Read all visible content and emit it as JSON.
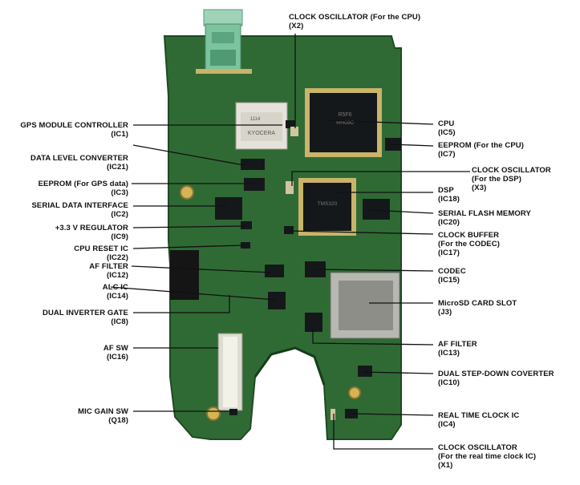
{
  "colors": {
    "pcb": "#2f6a34",
    "pcb_dark": "#1e4a24",
    "pad": "#d9c27a",
    "chip": "#15181a",
    "leader": "#111111"
  },
  "labels": {
    "x2": [
      "CLOCK OSCILLATOR (For the CPU)",
      "(X2)"
    ],
    "ic1": [
      "GPS MODULE CONTROLLER",
      "(IC1)"
    ],
    "ic21": [
      "DATA LEVEL CONVERTER",
      "(IC21)"
    ],
    "ic3": [
      "EEPROM (For GPS data)",
      "(IC3)"
    ],
    "ic2": [
      "SERIAL DATA INTERFACE",
      "(IC2)"
    ],
    "ic9": [
      "+3.3 V REGULATOR",
      "(IC9)"
    ],
    "ic22": [
      "CPU RESET IC",
      "(IC22)"
    ],
    "ic12": [
      "AF FILTER",
      "(IC12)"
    ],
    "ic14": [
      "ALC IC",
      "(IC14)"
    ],
    "ic8": [
      "DUAL INVERTER GATE",
      "(IC8)"
    ],
    "ic16": [
      "AF SW",
      "(IC16)"
    ],
    "q18": [
      "MIC GAIN SW",
      "(Q18)"
    ],
    "ic5": [
      "CPU",
      "(IC5)"
    ],
    "ic7": [
      "EEPROM (For the CPU)",
      "(IC7)"
    ],
    "x3": [
      "CLOCK OSCILLATOR",
      "(For the DSP)",
      "(X3)"
    ],
    "ic18": [
      "DSP",
      "(IC18)"
    ],
    "ic20": [
      "SERIAL FLASH MEMORY",
      "(IC20)"
    ],
    "ic17": [
      "CLOCK BUFFER",
      "(For the CODEC)",
      "(IC17)"
    ],
    "ic15": [
      "CODEC",
      "(IC15)"
    ],
    "j3": [
      "MicroSD CARD SLOT",
      "(J3)"
    ],
    "ic13": [
      "AF FILTER",
      "(IC13)"
    ],
    "ic10": [
      "DUAL STEP-DOWN COVERTER",
      "(IC10)"
    ],
    "ic4": [
      "REAL TIME CLOCK IC",
      "(IC4)"
    ],
    "x1": [
      "CLOCK OSCILLATOR",
      "(For the real time clock IC)",
      "(X1)"
    ]
  },
  "board_markings": {
    "gps_module": [
      "KYOCERA",
      "1114"
    ],
    "cpu_chip": [
      "R5F6",
      "RH080"
    ],
    "dsp_chip": [
      "TMS320"
    ]
  }
}
